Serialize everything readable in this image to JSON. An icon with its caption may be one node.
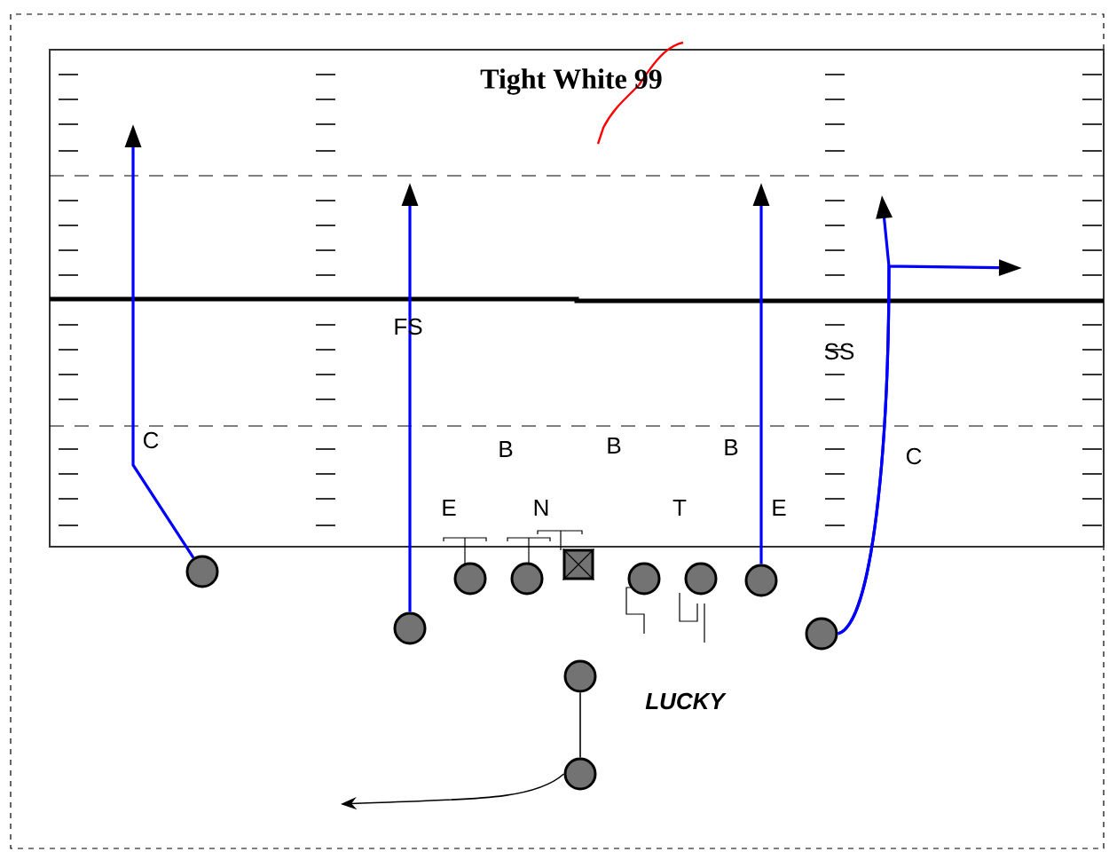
{
  "diagram": {
    "title": "Tight White 99",
    "nodes": [
      {
        "text": [],
        "shape": "circle"
      },
      {
        "text": [],
        "shape": "circle"
      },
      {
        "text": [],
        "shape": "circle"
      },
      {
        "text": [],
        "shape": "circle"
      },
      {
        "text": [],
        "shape": "box"
      },
      {
        "text": [],
        "shape": "circle"
      },
      {
        "text": [],
        "shape": "circle"
      },
      {
        "text": [],
        "shape": "circle"
      },
      {
        "text": [],
        "shape": "circle"
      },
      {
        "text": [],
        "shape": "circle"
      },
      {
        "text": [],
        "shape": "circle"
      }
    ],
    "edges": [
      {
        "from": 0,
        "to": null,
        "arrow": "to"
      },
      {
        "from": 1,
        "to": null,
        "arrow": "to"
      },
      {
        "from": 7,
        "to": null,
        "arrow": "to"
      },
      {
        "from": 8,
        "to": null,
        "arrow": "to"
      },
      {
        "from": 8,
        "to": null,
        "arrow": "to"
      },
      {
        "from": 9,
        "to": 10,
        "arrow": "none",
        "color": "#000000"
      },
      {
        "from": 10,
        "to": null,
        "arrow": "to",
        "color": "#000000"
      }
    ],
    "labels": [
      "FS",
      "SS",
      "C",
      "B",
      "B",
      "B",
      "C",
      "E",
      "N",
      "T",
      "E",
      "LUCKY"
    ]
  }
}
